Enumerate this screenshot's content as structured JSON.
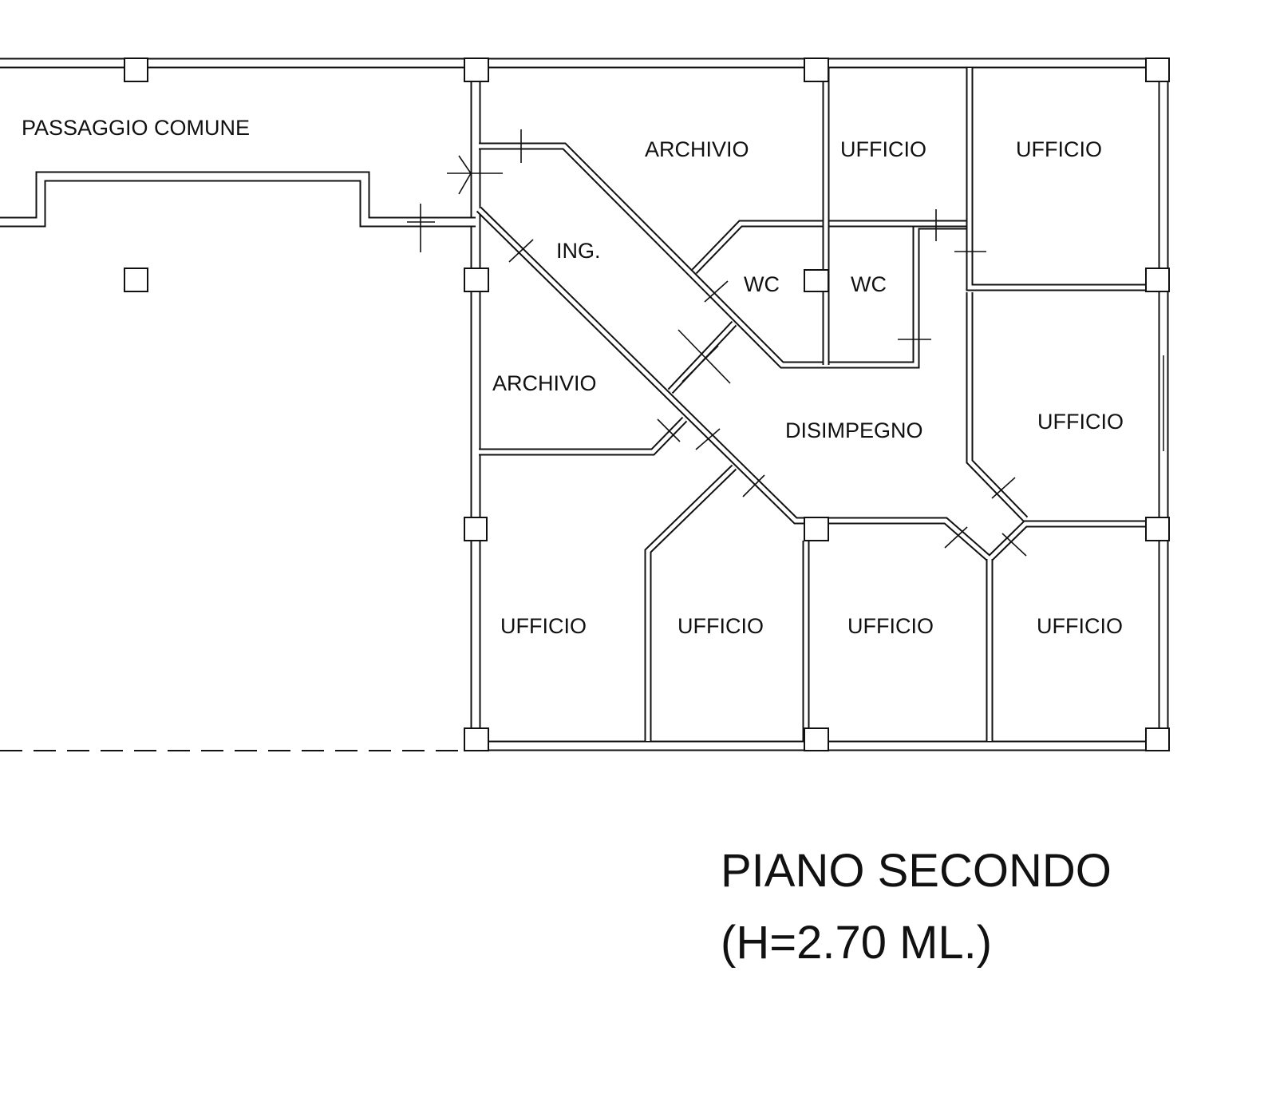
{
  "plan": {
    "rooms": {
      "passaggio": "PASSAGGIO COMUNE",
      "archivio_top": "ARCHIVIO",
      "ufficio_top1": "UFFICIO",
      "ufficio_top2": "UFFICIO",
      "ingresso": "ING.",
      "wc1": "WC",
      "wc2": "WC",
      "archivio_left": "ARCHIVIO",
      "disimpegno": "DISIMPEGNO",
      "ufficio_right": "UFFICIO",
      "ufficio_b1": "UFFICIO",
      "ufficio_b2": "UFFICIO",
      "ufficio_b3": "UFFICIO",
      "ufficio_b4": "UFFICIO"
    },
    "title": "PIANO SECONDO",
    "subtitle": "(H=2.70 ML.)"
  },
  "colors": {
    "line": "#111111",
    "background": "#ffffff"
  }
}
